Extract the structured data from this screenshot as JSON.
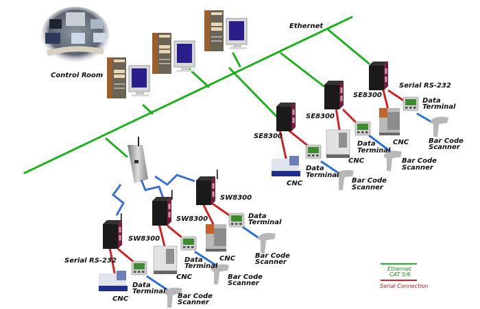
{
  "labels": {
    "control_room": "Control Room",
    "ethernet": "Ethernet",
    "serial_rs232_top": "Serial RS-232",
    "serial_rs232_bottom": "Serial RS-232"
  },
  "se_nodes": [
    {
      "model": "SE8300",
      "data_terminal": [
        "Data",
        "Terminal"
      ],
      "cnc": "CNC",
      "scanner": [
        "Bar Code",
        "Scanner"
      ]
    },
    {
      "model": "SE8300",
      "data_terminal": [
        "Data",
        "Terminal"
      ],
      "cnc": "CNC",
      "scanner": [
        "Bar Code",
        "Scanner"
      ]
    },
    {
      "model": "SE8300",
      "data_terminal": [
        "Data",
        "Terminal"
      ],
      "cnc": "CNC",
      "scanner": [
        "Bar Code",
        "Scanner"
      ]
    }
  ],
  "sw_nodes": [
    {
      "model": "SW8300",
      "data_terminal": [
        "Data",
        "Terminal"
      ],
      "cnc": "CNC",
      "scanner": [
        "Bar Code",
        "Scanner"
      ]
    },
    {
      "model": "SW8300",
      "data_terminal": [
        "Data",
        "Terminal"
      ],
      "cnc": "CNC",
      "scanner": [
        "Bar Code",
        "Scanner"
      ]
    },
    {
      "model": "SW8300",
      "data_terminal": [
        "Data",
        "Terminal"
      ],
      "cnc": "CNC",
      "scanner": [
        "Bar Code",
        "Scanner"
      ]
    }
  ],
  "legend": {
    "ethernet_line1": "Ethernet",
    "ethernet_line2": "CAT 5/6",
    "serial": "Serial Connection",
    "ethernet_color": "#1bb21b",
    "serial_color": "#d42020"
  },
  "colors": {
    "ethernet": "#1bb21b",
    "serial": "#d42020",
    "wireless_link": "#3a6fd8",
    "scanner_link": "#2a6ed8"
  }
}
